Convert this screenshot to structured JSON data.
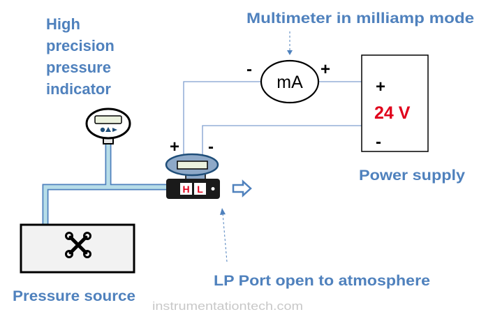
{
  "labels": {
    "indicator_line1": "High",
    "indicator_line2": "precision",
    "indicator_line3": "pressure",
    "indicator_line4": "indicator",
    "multimeter": "Multimeter in milliamp mode",
    "power_supply": "Power supply",
    "pressure_source": "Pressure source",
    "lp_port": "LP Port open to atmosphere",
    "watermark": "instrumentationtech.com"
  },
  "multimeter": {
    "unit": "mA",
    "minus": "-",
    "plus": "+"
  },
  "power": {
    "plus": "+",
    "voltage": "24 V",
    "minus": "-"
  },
  "transmitter": {
    "plus": "+",
    "minus": "-",
    "hp_label": "H",
    "lp_label": "L"
  },
  "colors": {
    "label_blue": "#4f81bd",
    "tube_blue": "#b7dde8",
    "tube_outline": "#4f81bd",
    "voltage_red": "#e0001b",
    "port_red": "#e0001b",
    "wire": "#7f9fcf",
    "watermark": "#c8c8c8"
  }
}
